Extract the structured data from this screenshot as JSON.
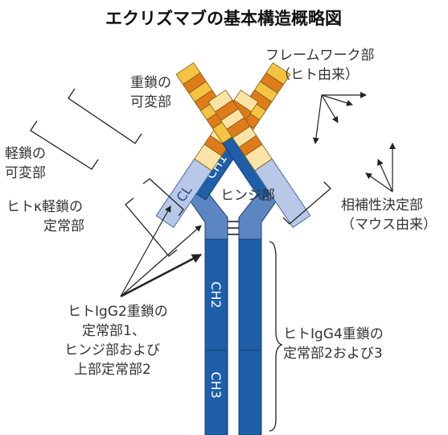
{
  "title": "エクリズマブの基本構造概略図",
  "labels": {
    "heavy_variable": [
      "重鎖の",
      "可変部"
    ],
    "light_variable": [
      "軽鎖の",
      "可変部"
    ],
    "kappa_constant": [
      "ヒトκ軽鎖の",
      "定常部"
    ],
    "hinge": "ヒンジ部",
    "framework": [
      "フレームワーク部",
      "（ヒト由来）"
    ],
    "cdr": [
      "相補性決定部",
      "（マウス由来）"
    ],
    "igg2": [
      "ヒトIgG2重鎖の",
      "定常部1、",
      "ヒンジ部および",
      "上部定常部2"
    ],
    "igg4": [
      "ヒトIgG4重鎖の",
      "定常部2および3"
    ]
  },
  "domains": {
    "ch1": "CH1",
    "cl": "CL",
    "ch2": "CH2",
    "ch3": "CH3"
  },
  "colors": {
    "heavy_constant": "#1f5ea8",
    "hinge_region": "#5b86c2",
    "light_constant": "#b8c8e8",
    "framework_yellow": "#f5c342",
    "cdr_orange": "#e07b1a",
    "light_framework": "#fbe3a8"
  }
}
